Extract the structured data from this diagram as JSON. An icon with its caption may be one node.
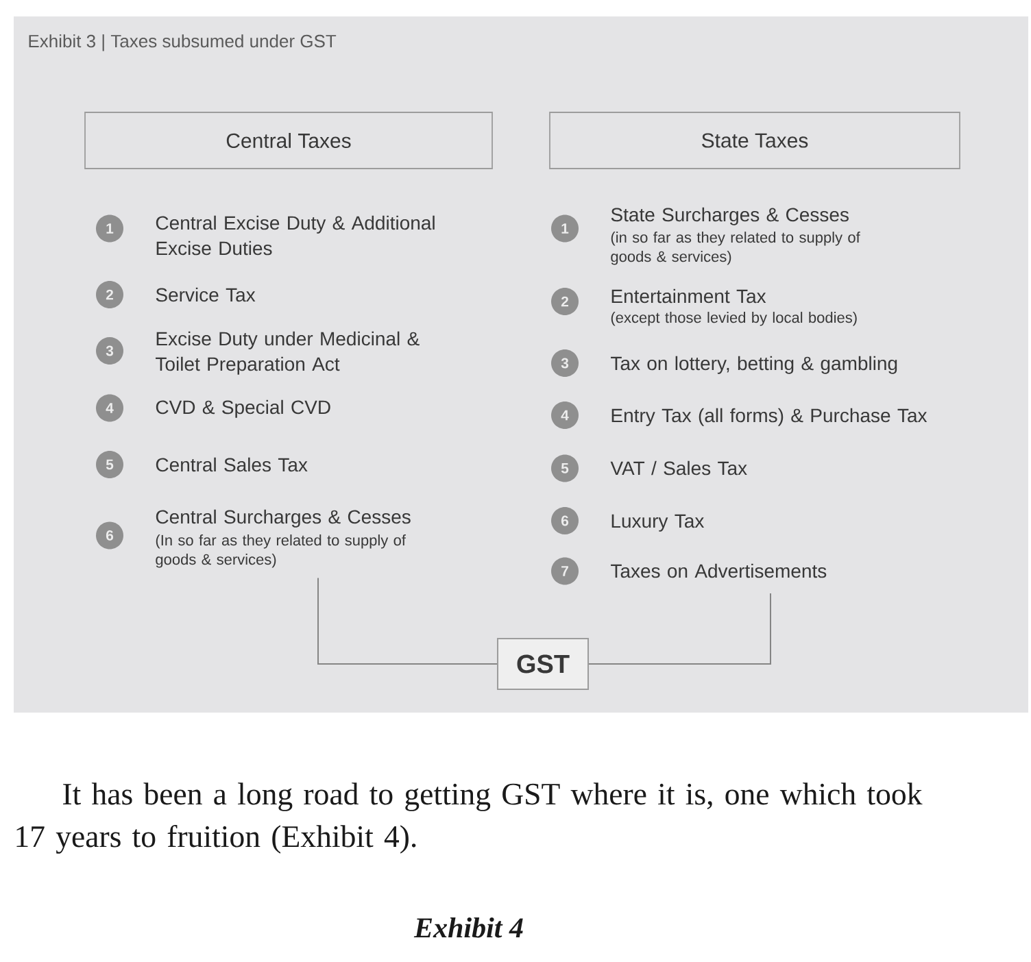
{
  "diagram": {
    "title": "Exhibit 3 | Taxes subsumed under GST",
    "nodes": [
      {
        "text": [
          "Central Taxes"
        ]
      },
      {
        "text": [
          "1"
        ],
        "beside": [
          "Central Excise Duty & Additional Excise Duties"
        ]
      },
      {
        "text": [
          "2"
        ],
        "beside": [
          "Service Tax"
        ]
      },
      {
        "text": [
          "3"
        ],
        "beside": [
          "Excise Duty under Medicinal & Toilet Preparation Act"
        ]
      },
      {
        "text": [
          "4"
        ],
        "beside": [
          "CVD & Special CVD"
        ]
      },
      {
        "text": [
          "5"
        ],
        "beside": [
          "Central Sales Tax"
        ]
      },
      {
        "text": [
          "6"
        ],
        "beside": [
          "Central Surcharges & Cesses",
          "(In so far as they related to supply of goods & services)"
        ]
      },
      {
        "text": [
          "State Taxes"
        ]
      },
      {
        "text": [
          "1"
        ],
        "beside": [
          "State Surcharges & Cesses",
          "(in so far as they related to supply of goods & services)"
        ]
      },
      {
        "text": [
          "2"
        ],
        "beside": [
          "Entertainment Tax",
          "(except those levied by local bodies)"
        ]
      },
      {
        "text": [
          "3"
        ],
        "beside": [
          "Tax on lottery, betting & gambling"
        ]
      },
      {
        "text": [
          "4"
        ],
        "beside": [
          "Entry Tax (all forms) & Purchase Tax"
        ]
      },
      {
        "text": [
          "5"
        ],
        "beside": [
          "VAT / Sales Tax"
        ]
      },
      {
        "text": [
          "6"
        ],
        "beside": [
          "Luxury Tax"
        ]
      },
      {
        "text": [
          "7"
        ],
        "beside": [
          "Taxes on Advertisements"
        ]
      },
      {
        "text": [
          "GST"
        ]
      }
    ],
    "edges": [
      {
        "from": 6,
        "to": 15,
        "arrow": "none"
      },
      {
        "from": 14,
        "to": 15,
        "arrow": "none"
      }
    ],
    "labels": [
      "It has been a long road to getting GST where it is, one which took 17 years to fruition (Exhibit 4).",
      "Exhibit 4"
    ]
  }
}
